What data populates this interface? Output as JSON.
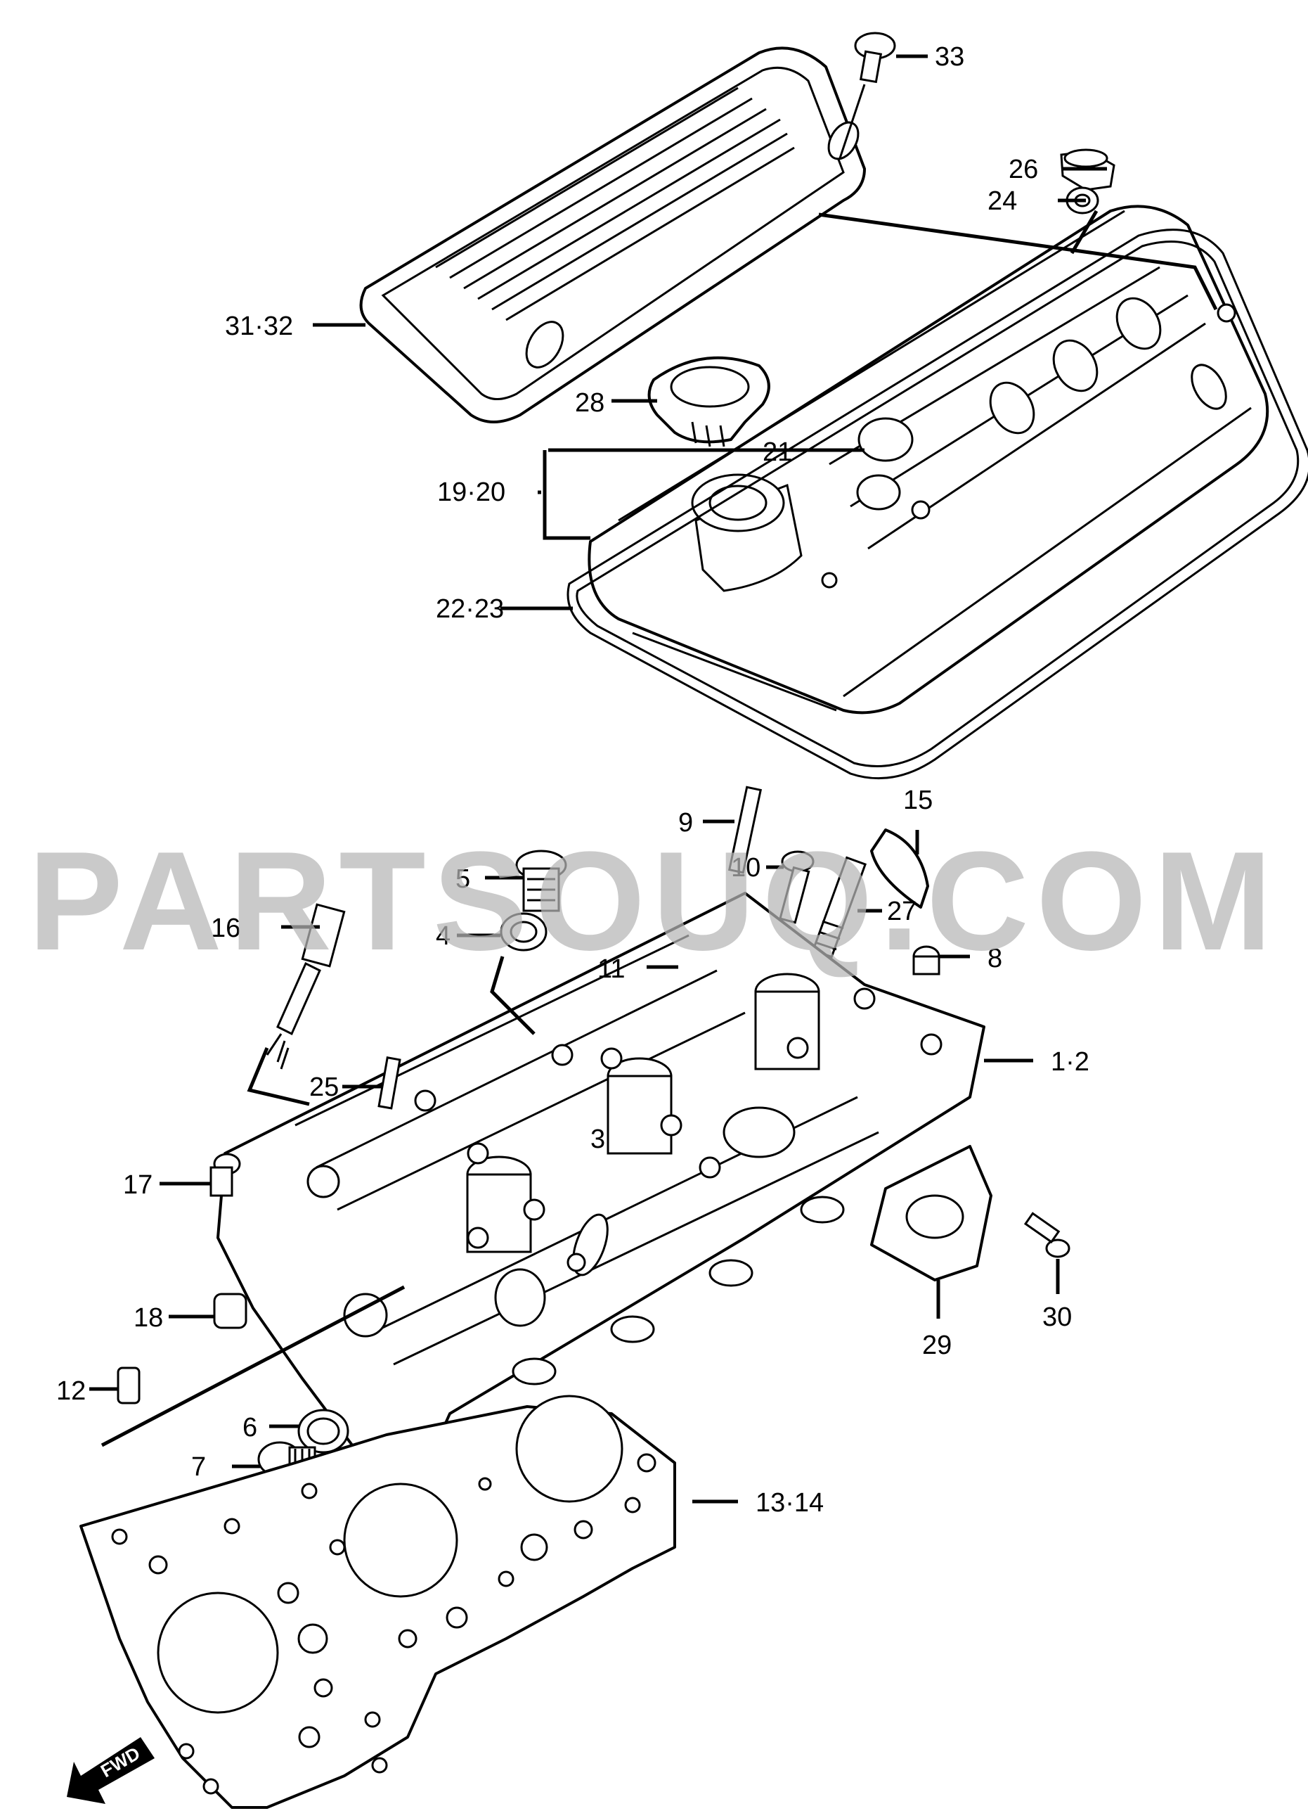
{
  "watermark": "PARTSOUQ.COM",
  "direction_marker": "FWD",
  "callouts": {
    "c1_2": "1·2",
    "c3": "3",
    "c4": "4",
    "c5": "5",
    "c6": "6",
    "c7": "7",
    "c8": "8",
    "c9": "9",
    "c10": "10",
    "c11": "11",
    "c12": "12",
    "c13_14": "13·14",
    "c15": "15",
    "c16": "16",
    "c17": "17",
    "c18": "18",
    "c19_20": "19·20",
    "c21": "21",
    "c22_23": "22·23",
    "c24": "24",
    "c25": "25",
    "c26": "26",
    "c27": "27",
    "c28": "28",
    "c29": "29",
    "c30": "30",
    "c31_32": "31·32",
    "c33": "33"
  },
  "colors": {
    "line": "#000000",
    "background": "#ffffff",
    "watermark": "#b5b5b5"
  }
}
